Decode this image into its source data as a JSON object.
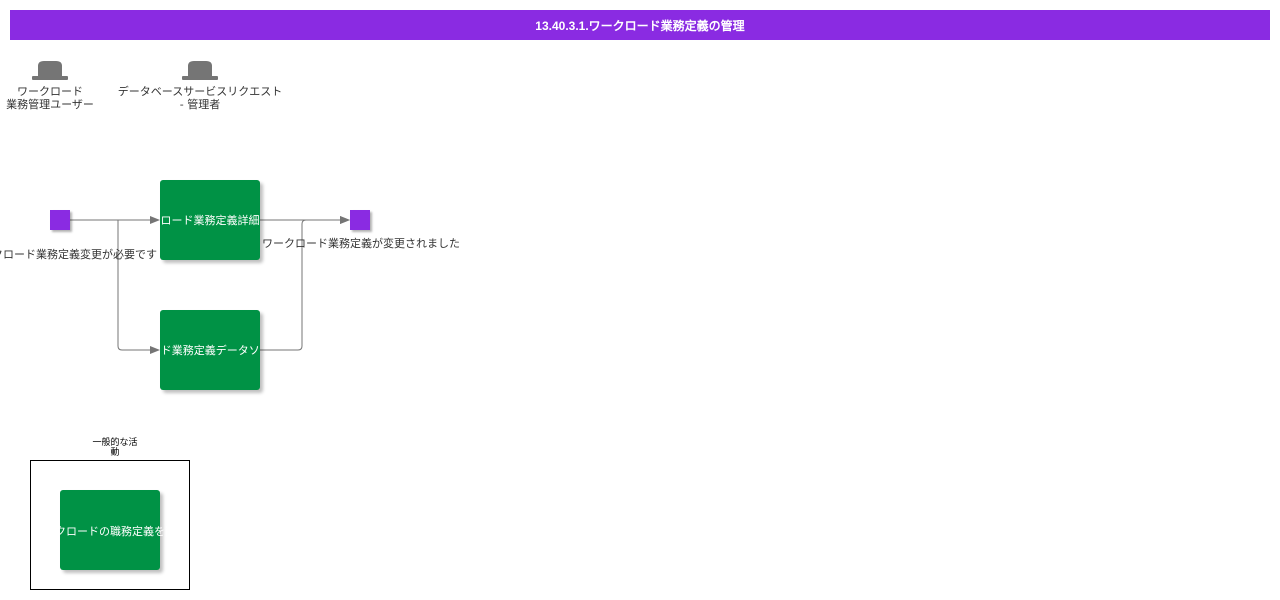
{
  "title": "13.40.3.1.ワークロード業務定義の管理",
  "colors": {
    "title_bg": "#8a2be2",
    "event": "#8a2be2",
    "task": "#009245",
    "actor_hat": "#757575",
    "flow": "#757575"
  },
  "actors": [
    {
      "label": "ワークロード\n業務管理ユーザー",
      "icon": "user-hat-icon"
    },
    {
      "label": "データベースサービスリクエスト\n- 管理者",
      "icon": "user-hat-icon"
    }
  ],
  "events": {
    "start_label": "ワークロード業務定義変更が必要です",
    "end_label": "ワークロード業務定義が変更されました"
  },
  "tasks": {
    "edit_details": "ワークロード業務定義詳細を編集",
    "data_source": "ワークロード業務定義データソースを編集",
    "delete": "ワークロードの職務定義を削除"
  },
  "group": {
    "label": "一般的な活\n動"
  }
}
